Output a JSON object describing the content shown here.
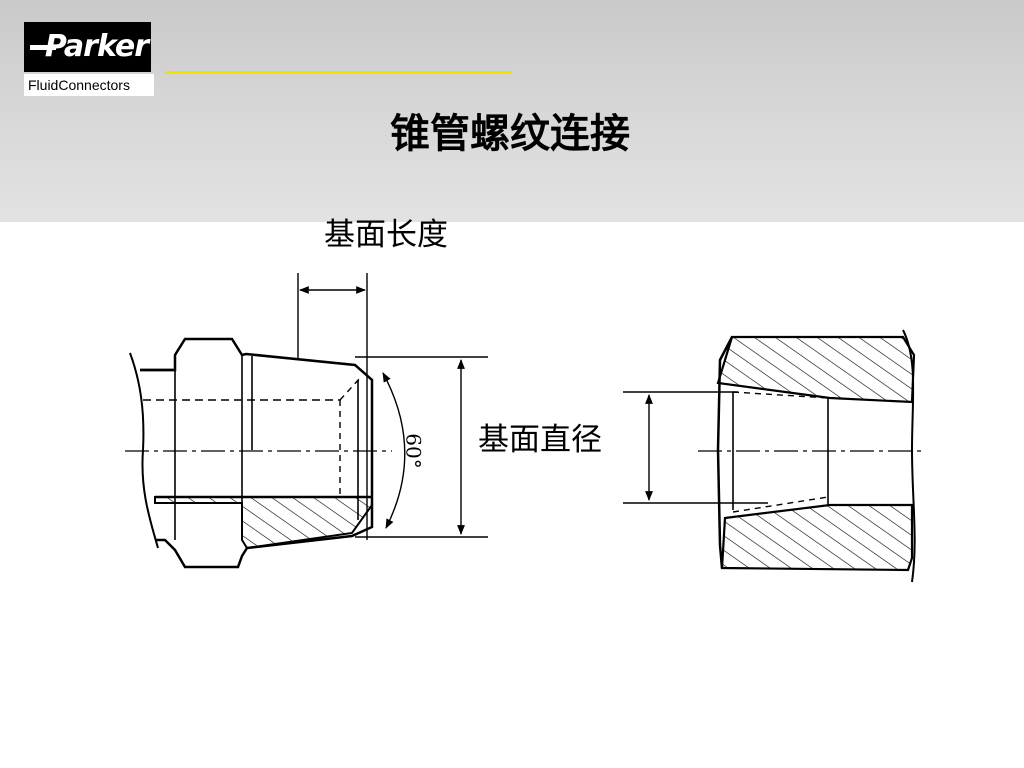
{
  "logo": {
    "brand": "Parker",
    "tagline": "FluidConnectors"
  },
  "colors": {
    "header_band": "#d6d6d6",
    "accent_line": "#f2e000",
    "ink": "#000000"
  },
  "title": "锥管螺纹连接",
  "diagram": {
    "label_gauge_length": "基面长度",
    "label_gauge_diameter": "基面直径",
    "angle_label": "60°"
  }
}
